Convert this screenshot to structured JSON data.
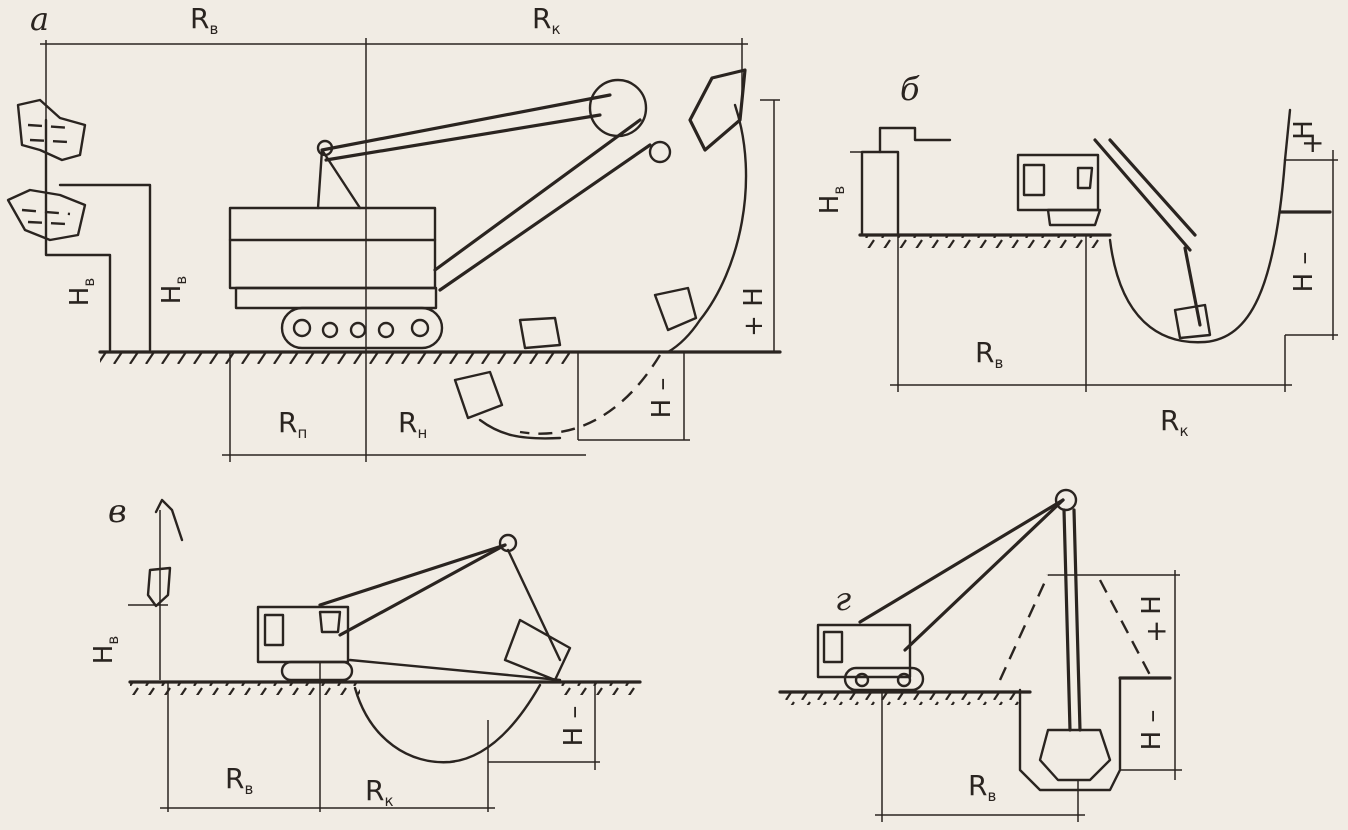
{
  "panels": {
    "a": {
      "letter": "а",
      "labels": {
        "rv_top": {
          "main": "R",
          "sub": "в"
        },
        "rk_top": {
          "main": "R",
          "sub": "к"
        },
        "hv_left": {
          "main": "H",
          "sub": "в"
        },
        "hv_mid": {
          "main": "H",
          "sub": "в"
        },
        "h_plus": {
          "main": "H",
          "sign": "+"
        },
        "h_minus": {
          "main": "H",
          "sign": "–"
        },
        "rp": {
          "main": "R",
          "sub": "п"
        },
        "rn": {
          "main": "R",
          "sub": "н"
        }
      }
    },
    "b": {
      "letter": "б",
      "labels": {
        "hv": {
          "main": "H",
          "sub": "в"
        },
        "h_plus": {
          "main": "H",
          "sign": "+"
        },
        "h_minus": {
          "main": "H",
          "sign": "–"
        },
        "rv": {
          "main": "R",
          "sub": "в"
        },
        "rk": {
          "main": "R",
          "sub": "к"
        }
      }
    },
    "v": {
      "letter": "в",
      "labels": {
        "hv": {
          "main": "H",
          "sub": "в"
        },
        "h_minus": {
          "main": "H",
          "sign": "–"
        },
        "rv": {
          "main": "R",
          "sub": "в"
        },
        "rk": {
          "main": "R",
          "sub": "к"
        }
      }
    },
    "g": {
      "letter": "г",
      "labels": {
        "h_plus": {
          "main": "H",
          "sign": "+"
        },
        "h_minus": {
          "main": "H",
          "sign": "–"
        },
        "rv": {
          "main": "R",
          "sub": "в"
        }
      }
    }
  }
}
